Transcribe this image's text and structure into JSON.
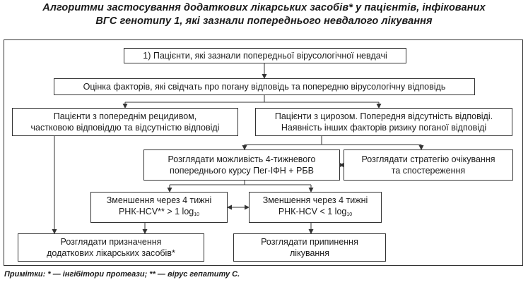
{
  "title": {
    "line1": "Алгоритми застосування додаткових лікарських засобів* у пацієнтів, інфікованих",
    "line2": "ВГС генотипу 1, які зазнали попереднього невдалого лікування"
  },
  "nodes": {
    "n1": {
      "text": "1) Пацієнти, які зазнали попередньої вірусологічної невдачі"
    },
    "n2": {
      "text": "Оцінка факторів, які свідчать про погану відповідь та попередню вірусологічну відповідь"
    },
    "n3": {
      "line1": "Пацієнти з попереднім рецидивом,",
      "line2": "частковою відповіддю та відсутністю відповіді"
    },
    "n4": {
      "line1": "Пацієнти з цирозом. Попередня відсутність відповіді.",
      "line2": "Наявність інших факторів ризику поганої відповіді"
    },
    "n5": {
      "line1": "Розглядати можливість 4-тижневого",
      "line2": "попереднього курсу Пег-ІФН + РБВ"
    },
    "n6": {
      "line1": "Розглядати стратегію очікування",
      "line2": "та спостереження"
    },
    "n7": {
      "line1": "Зменшення через 4 тижні",
      "line2_pre": "РНК-HCV** > 1 log",
      "sub": "10"
    },
    "n8": {
      "line1": "Зменшення через 4 тижні",
      "line2_pre": "РНК-HCV < 1 log",
      "sub": "10"
    },
    "n9": {
      "line1": "Розглядати призначення",
      "line2": "додаткових лікарських засобів*"
    },
    "n10": {
      "line1": "Розглядати припинення",
      "line2": "лікування"
    }
  },
  "footnote": {
    "label": "Примітки:",
    "text": " * — інгібітори протеази; ** — вірус гепатиту С."
  },
  "colors": {
    "line": "#333333",
    "background": "#ffffff"
  }
}
